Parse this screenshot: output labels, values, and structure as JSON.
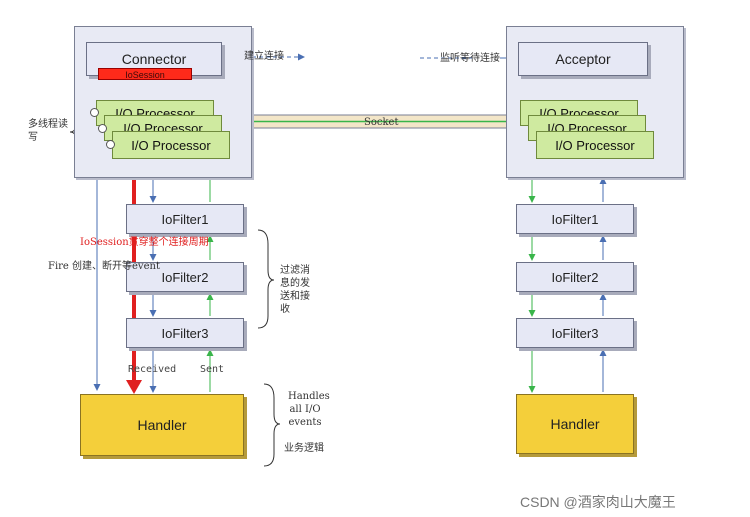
{
  "left": {
    "connector": "Connector",
    "iosession_tag": "IoSession",
    "processors": [
      "I/O Processor",
      "I/O Processor",
      "I/O Processor"
    ],
    "filters": [
      "IoFilter1",
      "IoFilter2",
      "IoFilter3"
    ],
    "handler": "Handler",
    "received": "Received",
    "sent": "Sent"
  },
  "right": {
    "acceptor": "Acceptor",
    "processors": [
      "I/O Processor",
      "I/O Processor",
      "I/O Processor"
    ],
    "filters": [
      "IoFilter1",
      "IoFilter2",
      "IoFilter3"
    ],
    "handler": "Handler"
  },
  "notes": {
    "establish": "建立连接",
    "listen": "监听等待连接",
    "socket": "Socket",
    "multithread": "多线程读写",
    "iosession_span": "IoSession贯穿整个连接周期",
    "fire": "Fire 创建、断开等event",
    "filter_note": "过滤消息的发送和接收",
    "handles": "Handles all I/O events",
    "business": "业务逻辑"
  },
  "watermark": "CSDN @酒家肉山大魔王"
}
